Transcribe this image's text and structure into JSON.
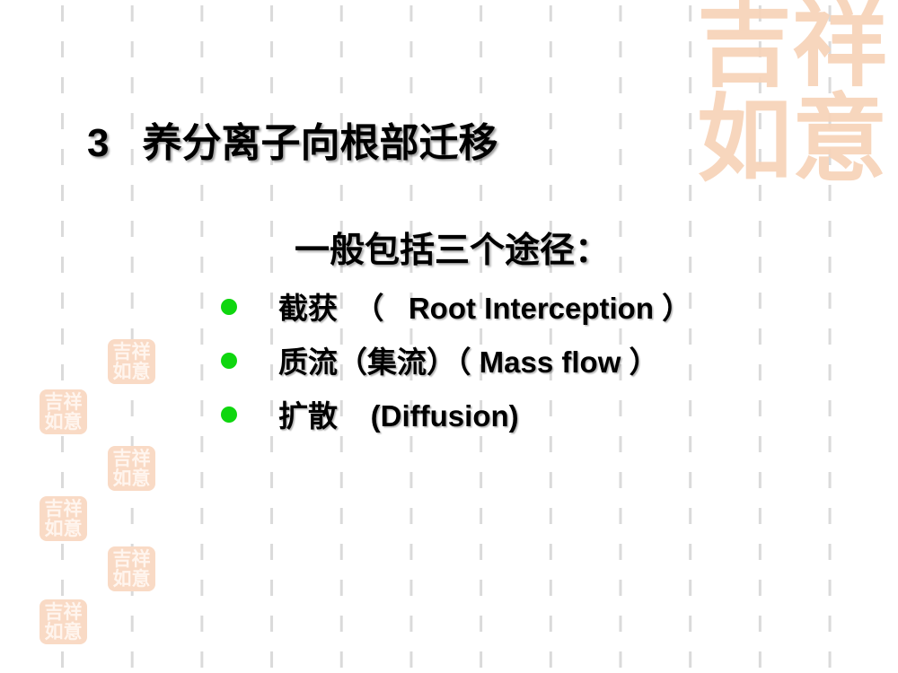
{
  "slide": {
    "title": {
      "number": "3",
      "text": "养分离子向根部迁移"
    },
    "subtitle": "一般包括三个途径：",
    "bullets": [
      {
        "text": "截获  （   Root Interception ）"
      },
      {
        "text": "质流（集流）（ Mass flow ）"
      },
      {
        "text": "扩散    (Diffusion)"
      }
    ]
  },
  "decorations": {
    "seal_text": "吉祥如意"
  },
  "colors": {
    "bullet": "#0fd60f",
    "seal": "#f7d4ba",
    "stamp": "#f9dac5",
    "stamp-ink": "#fff5ee",
    "grid": "#dadada",
    "ink": "#000000"
  }
}
